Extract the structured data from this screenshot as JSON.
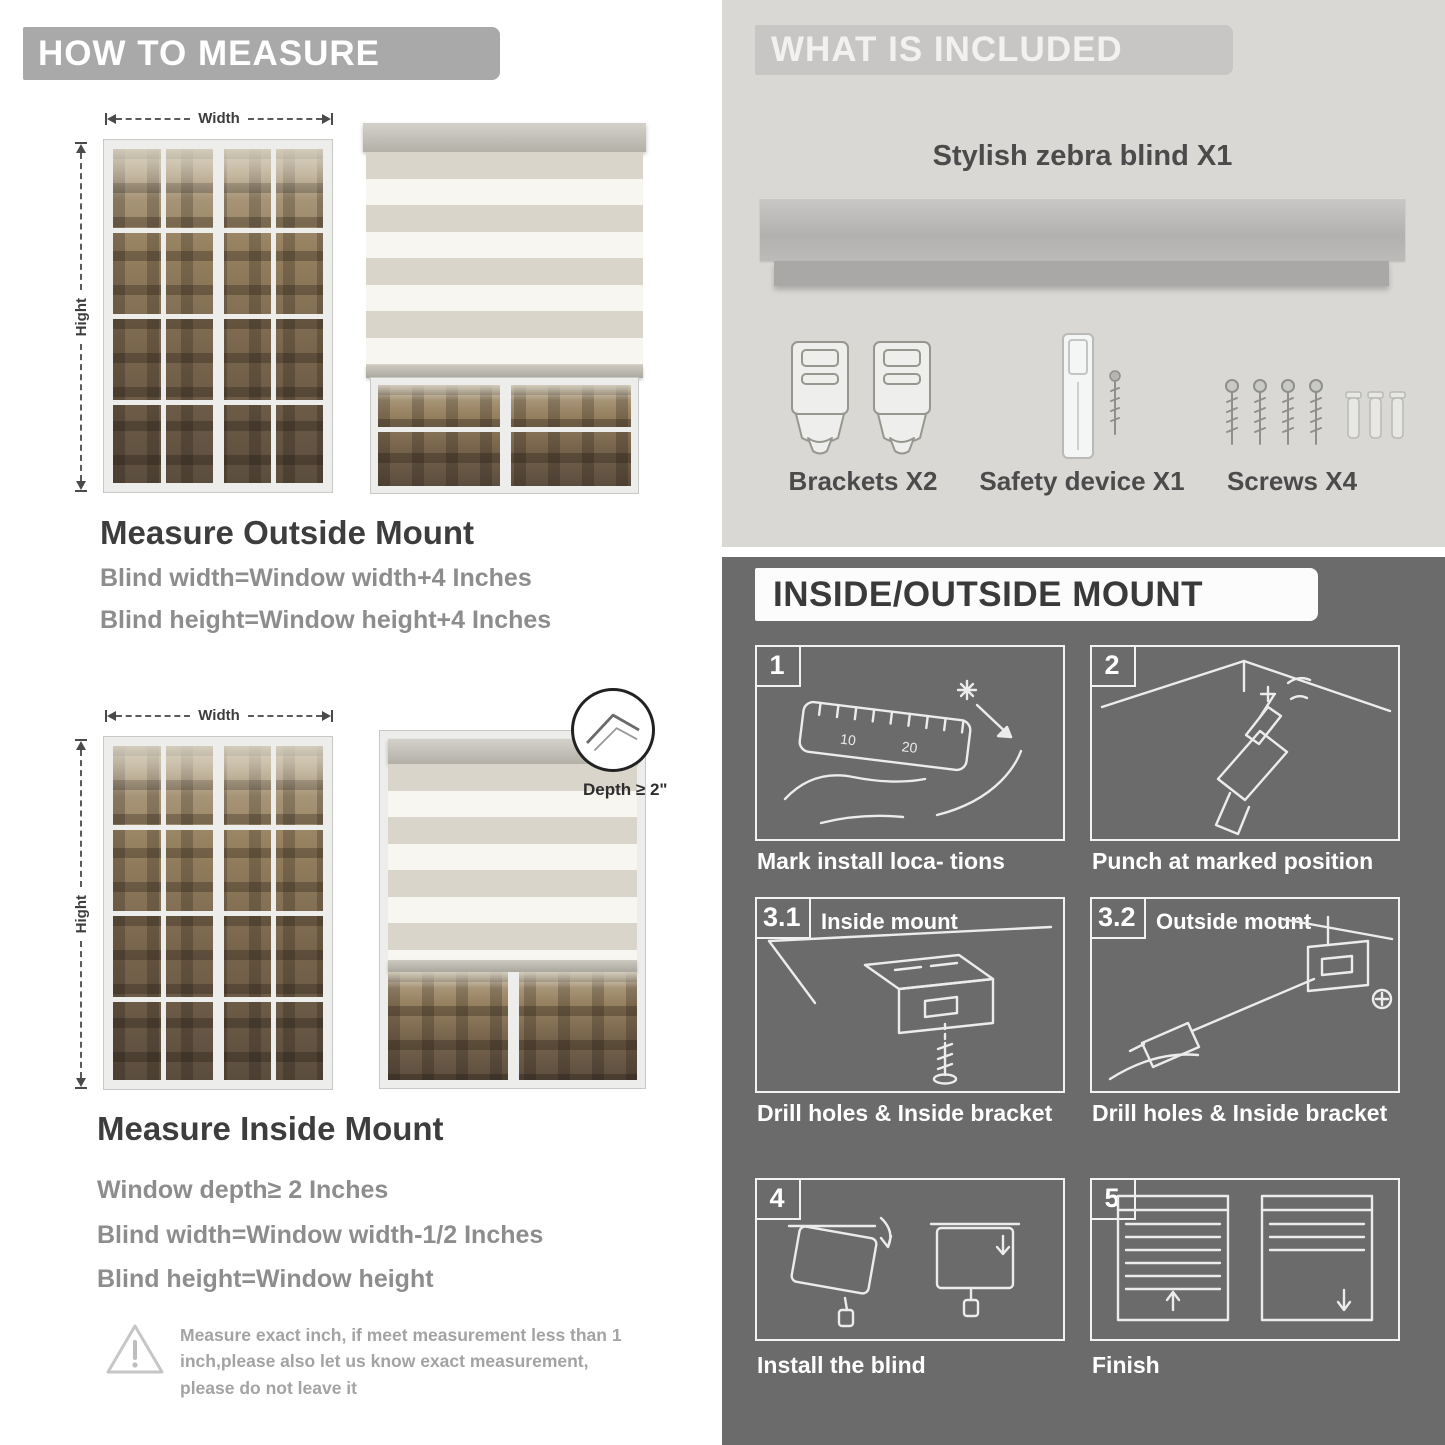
{
  "colors": {
    "banner_gray": "#a9a9a9",
    "light_section": "#d9d8d5",
    "dark_section": "#6b6b6b",
    "heading_text": "#3d3d3d",
    "body_text": "#8d8d8d",
    "caption_white": "#ffffff"
  },
  "measure": {
    "title": "HOW TO MEASURE",
    "width_label": "Width",
    "height_label": "Hight",
    "outside": {
      "heading": "Measure Outside Mount",
      "line1": "Blind width=Window width+4 Inches",
      "line2": "Blind height=Window height+4 Inches"
    },
    "inside": {
      "heading": "Measure Inside Mount",
      "depth_badge": "Depth ≥ 2\"",
      "line1": "Window depth≥ 2 Inches",
      "line2": "Blind width=Window width-1/2 Inches",
      "line3": "Blind height=Window height"
    },
    "note": "Measure exact inch, if meet measurement less than 1 inch,please also let us know exact measurement, please do not leave it"
  },
  "included": {
    "title": "WHAT IS INCLUDED",
    "blind_label": "Stylish zebra blind X1",
    "items": [
      {
        "label": "Brackets X2"
      },
      {
        "label": "Safety device X1"
      },
      {
        "label": "Screws X4"
      }
    ]
  },
  "mount": {
    "title": "INSIDE/OUTSIDE MOUNT",
    "steps": [
      {
        "num": "1",
        "caption": "Mark install loca- tions"
      },
      {
        "num": "2",
        "caption": "Punch at  marked position"
      },
      {
        "num": "3.1",
        "label": "Inside mount",
        "caption": "Drill holes &  Inside bracket"
      },
      {
        "num": "3.2",
        "label": "Outside mount",
        "caption": "Drill holes &  Inside bracket"
      },
      {
        "num": "4",
        "caption": "Install the blind"
      },
      {
        "num": "5",
        "caption": "Finish"
      }
    ]
  }
}
